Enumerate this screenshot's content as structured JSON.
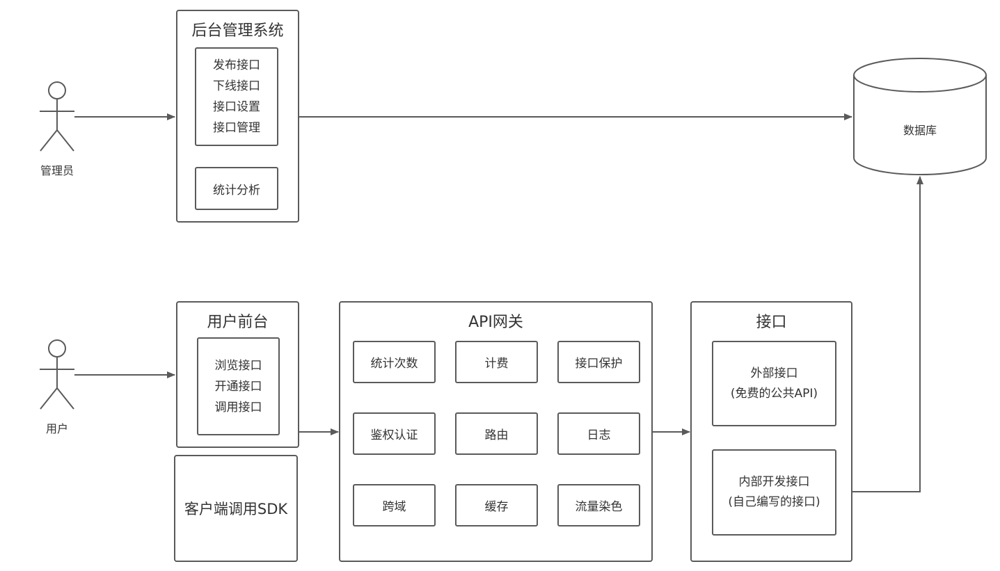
{
  "actors": {
    "admin": {
      "label": "管理员"
    },
    "user": {
      "label": "用户"
    }
  },
  "admin_system": {
    "title": "后台管理系统",
    "functions": [
      "发布接口",
      "下线接口",
      "接口设置",
      "接口管理"
    ],
    "stats": "统计分析"
  },
  "frontend": {
    "title": "用户前台",
    "functions": [
      "浏览接口",
      "开通接口",
      "调用接口"
    ]
  },
  "sdk": {
    "title": "客户端调用SDK"
  },
  "gateway": {
    "title": "API网关",
    "items": [
      "统计次数",
      "计费",
      "接口保护",
      "鉴权认证",
      "路由",
      "日志",
      "跨域",
      "缓存",
      "流量染色"
    ]
  },
  "api": {
    "title": "接口",
    "external": {
      "line1": "外部接口",
      "line2": "(免费的公共API)"
    },
    "internal": {
      "line1": "内部开发接口",
      "line2": "(自己编写的接口)"
    }
  },
  "database": {
    "label": "数据库"
  },
  "colors": {
    "stroke": "#5a5a5a",
    "text": "#333333",
    "background": "#ffffff"
  }
}
